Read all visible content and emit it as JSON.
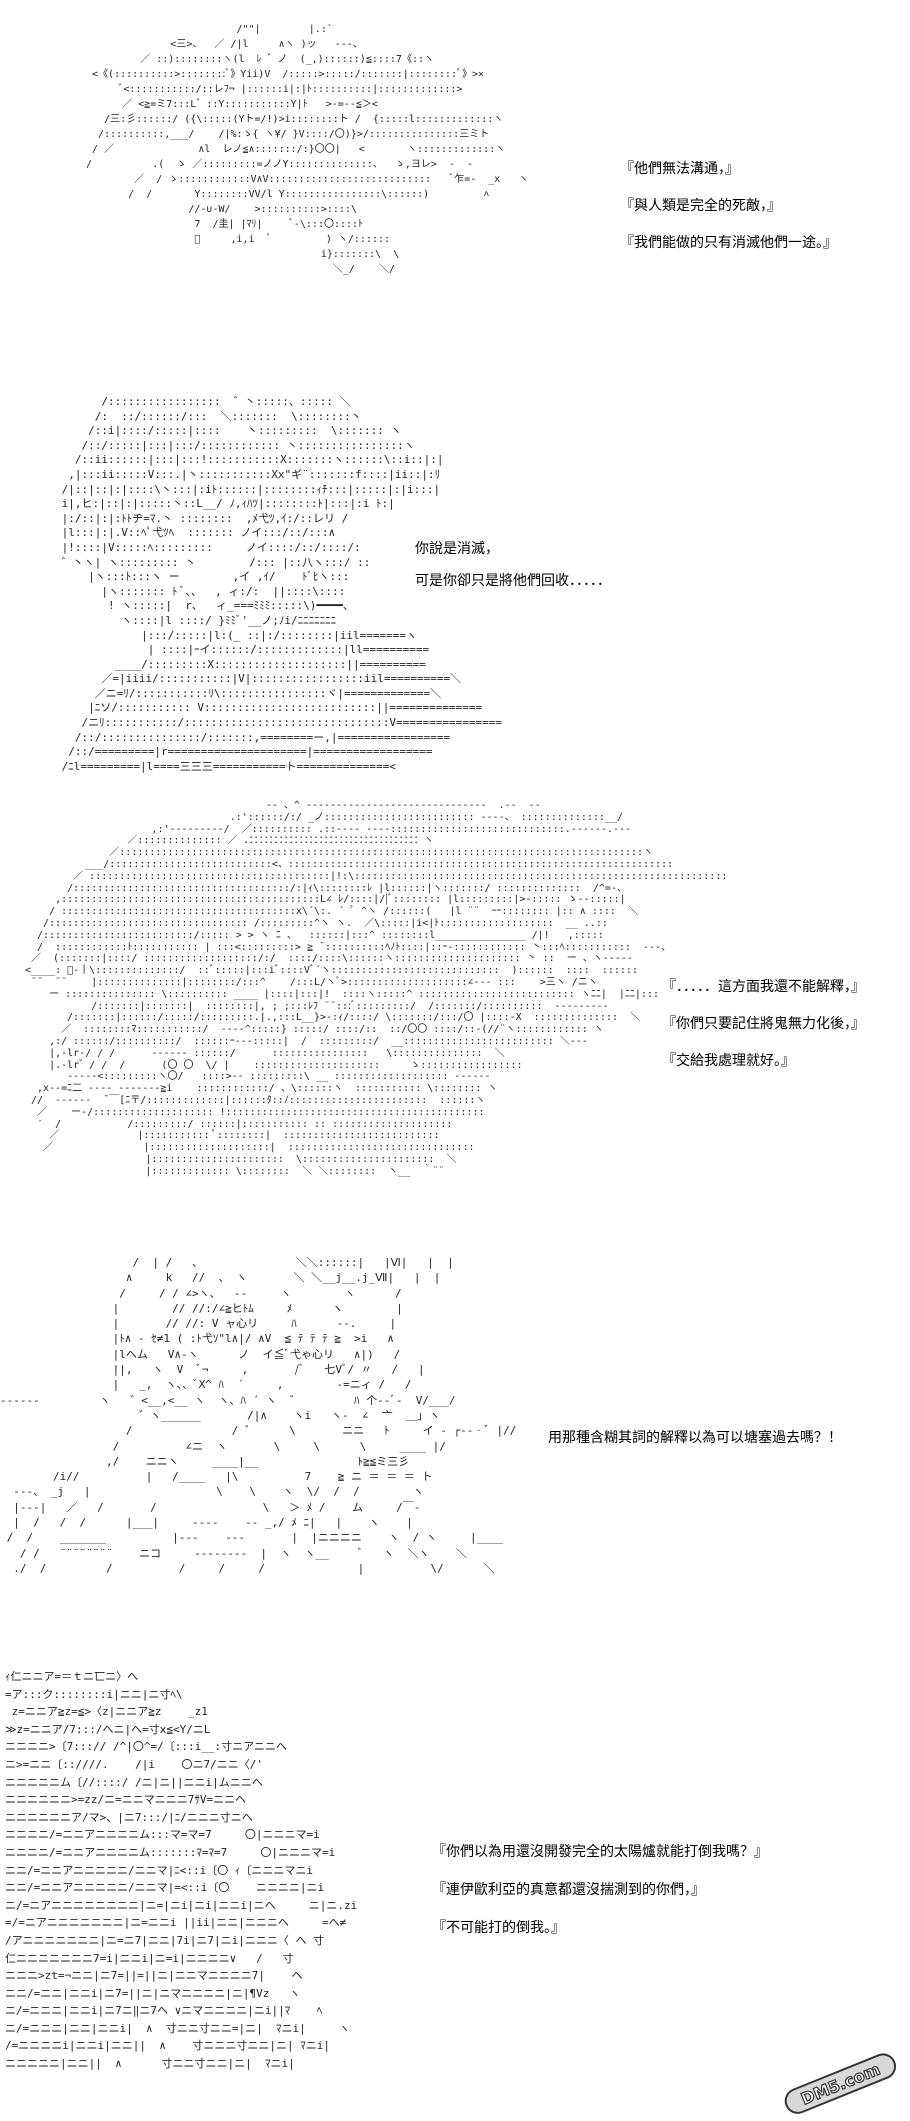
{
  "panels": [
    {
      "art": [
        "                          /\"\"|        |.:`   ",
        "               <三>、  ／ /|l     ∧ヽ )ッ   ‐‐-、",
        "          ／ ::)::::::::ヽ(l  ﾚ ゛ノ  (_,)::::::)≦::::7《::ヽ",
        "  <《(::::::::::>::::::::ﾞ》Yii)V  /:::::>:::::/:::::::|::::::::ﾟ》>×",
        "       ﾞ<:::::::::::/::レﾌ¬ |::::::i|:|ﾄ::::::::::|:::::::::::::>",
        "       ／ <≧=ミ7:::L゛::Y:::::::::::Y|ﾄ   >‐=‐‐≦＞<",
        "    /三:彡::::::/ ({\\:::::(Yト=/!)>i::::::::ト /  {:::::l:::::::::::::ヽ",
        "   /::::::::::,___/    /|%:ゝ{ ヽ¥/ }V::::/〇)}>/:::::::::::::::三ミト",
        "  / ／              ∧l  レノ≦∧:::::::/:}〇〇|   <       ヽ:::::::::::::ヽ",
        " /          .(  ゝ ／:::::::::=ノノY::::::::::::::、  ゝ,ヨレ>  ‐  ‐",
        "         ／  / ゝ::::::::::::V∧V:::::::::::::::::::::::::::   ﾞ乍=‐  _x   ヽ",
        "        /  /       Y::::::::VV/l Y::::::::::::::::\\::::::)         ˄",
        "                  //‐∪‐W/    >::::::::::>::::\\",
        "                   7  /圭| |ﾏﾘ|     ﾞ‐\\:::〇::::ﾄ",
        "                   ﾞ     ,i,i  ﾞ         ) ヽ/::::::",
        "                                        i}:::::::\\  \\",
        "                                          ＼_/    ＼/"
      ],
      "lines": [
        "『他們無法溝通，』",
        "『與人類是完全的死敵，』",
        "『我們能做的只有消滅他們一途。』"
      ]
    },
    {
      "art": [
        "       /:::::::::::::::::  ゛丶:::::、::::: ＼",
        "      /:  ::/::::::/:::  ＼:::::::  \\::::::::丶",
        "     /::i|::::/:::::|::::    丶:::::::::  \\::::::: ヽ",
        "    /::/:::::|:::|:::/:::::::::::: 丶::::::::::::::::ヽ",
        "   /::ii::::::|:::|:::!:::::::::::X:::::::ヽ::::::\\::i::|:|",
        "  ,|:::ii:::::V:::.|丶:::::::::::Xx\"ギ¨:::::::f::::|ii::|:ﾘ",
        " /|::|::|:|::::\\丶:::|:iﾄ::::::|::::::::ｨﾁ:::|:::::|:|i:::|",
        " i|,ヒ:|::|:|:::::丶::L__/ ﾉ,ｨﾊﾂ|::::::::ﾄ|:::|:i ﾄ:|",
        " |:/::|:|:ﾄﾄヂ=ﾏ.丶 ::::::::  ,ﾒ弋ﾂ,ｲ:/::レリ /",
        " |l:::|:|.V::ﾍﾟ弋ﾂﾍ  ::::::: ノイ:::/::/:::∧",
        " |!::::|V:::::ﾍ:::::::::     ノイ::::/::/::::/:",
        " ゛丶ヽ| ヽ::::::::: 丶        /::: |::八ヽ:::/ ::",
        "     |ヽ:::ﾄ:::ヽ ー        ,イ ,ｲ/    ﾄﾞﾋヽ:::",
        "       |ヽ::::::: ﾄ ﾞ、、  , ィ:/:  ||::::\\::::",
        "        ! ヽ:::::|  r、  ィ_===ﾐﾐﾐ:::::\\)━━━━、",
        "          ヽ::::|l ::::/ }ﾐﾐﾞ'__ノ;ﾉi/ﾆﾆﾆﾆﾆﾆﾆ",
        "             |:::/:::::|l:(_ ::|:/::::::::|iil=======ヽ",
        "              | ::::|ｰイ::::::/:::::::::::::|ll==========",
        "         ____/:::::::::X::::::::::::::::::::||==========",
        "       ／=|iiii/:::::::::::|V|:::::::::::::::::iil==========＼",
        "      ／ニ=ﾘ/:::::::::::ﾘ\\::::::::::::::::ヾ|=============＼",
        "     |ﾆソ/::::::::::: V::::::::::::::::::::::::::||==============",
        "    /ニﾘ:::::::::::/:::::::::::::::::::::::::::::::V================",
        "   /::/:::::::::::::::/:::::::,========ー,|=================",
        "  /::/=========|r=====================|==================",
        " /ﾆl=========|l====三三三===========ト==============<"
      ],
      "lines": [
        "你說是消滅，",
        "可是你卻只是將他們回收．．．．．"
      ]
    },
    {
      "art": [
        "                                        -‐ 、^ ‐‐‐‐‐‐‐‐‐‐‐‐‐‐‐‐‐‐‐‐‐‐‐‐‐‐‐‐-‐  .‐‐  ‐‐",
        "                                  .:'::::::/:/ _ノ::::::::::::::::::::::::: ‐‐‐‐、 ::::::::::::::__/",
        "                     ,:'‐‐‐‐‐‐‐‐‐/  ／:::::::::: .::‐‐‐‐ ‐‐‐‐:::::::::::::::::::::::::::::.‐‐‐‐‐‐.‐‐‐",
        "                 ／:::::::::::::: ／ ．：：：：：：：：：：：：：：：：：：：：：：：：：：：：：：：：：：ヽ",
        "              ／:::::::::::::::::::::::::::::::::::::::::::::::::::::::::::::::::::::::::::::::::::::::ヽ",
        "          ___/:::::::::::::::::::::::::::<、::::::::::::::::::::::::::::::::::::::::::::::::::::::::::::::::",
        "        ／ ::::::::::::::::::::::::::::::::::::::::|!:\\::::::::::::::::::::::::::::::::::::::::::::::::::::::::::::::",
        "       /::::::::::::::::::::::::::::::::::::/:|ｨ\\::::::::ﾚ |l::::::|ヽ:::::::/ ::::::::::::::  /^=-、",
        "     ,:::::::::::::::::::::::::::::::::::::::::::L∠ ﾚ/::::|/|ﾞ:::::::: |l:::::::::|>-::::: ゝ‐‐:::::|",
        "    / :::::::::::::::::::::::::::::::::::::::x\\´\\:. ´ ﾟ ^ヽ /::::::(   |l ¨¨  ｰｰ:::::::: |:: ∧ ::::  ＼",
        "   /::::::::::::::::::::::::::::::::: /:::::::::^ヽ ヽ.  ／\\:::::|i<|ﾄ:::::::::::::::::::  __ ..::",
        "  /:::::::::::::::::::::::::/::::: > > ヽ ﾆ 、  ::::::|:::^ ::::::::l_______________ /|!   ,:::::",
        "  /  ::::::::::::ﾄ::::::::::: | :::<:::::::::> ≧ ̄ ::::::::::ﾍﾉﾄ::::|::ｰ-:::::::::::: 丶:::ﾍ:::::::::::  ‐‐‐、",
        " ／  (:::::::|::::/ :::::::::::::::::::/:/  ::::/::::\\::::::ヽ::::::::::::::::::::: 丶 ::  ー 、ヽ‐‐‐‐‐",
        "<____: ﾞ-丨\\::::::::::::::/  ::ﾞ:::::|:::iﾞ::::Vﾞ´ヽ::::::::::::::::::::::::::::  )::::::  ::::  ::::::",
        " ¨¨  ¨¨    |::::::::::::::|::::::::/:::^    /:::L/ヽﾞ>::::::::::::::::::::∠‐‐‐ :::    >三ヽ /ニヽ",
        "    ー ::::::::::::::: \\:::::::::: ____ |::::|:::|!  ::::ヽ:::::^ :::::::::::::::::::::::::: ヽﾆﾆ|  |ﾆﾆ|:::",
        "           /:::::::|:::::::|  ::::::::|, ; ;:::ﾚﾌ ¨¨:::ﾞ:::::::::/  /:::::::/::::::::::  ‐‐‐‐‐‐‐‐‐",
        "       /:::::::|::::::/:::::/:::::::::.|.,:::L__}>-:ｨ/::::/ \\:::::::/:::/〇 |::::-X  ::::::::::::::  ＼",
        "      ／  ::::::::ﾏ:::::::::::/  ‐‐‐‐^:::::} :::::/ ::::/::  ::/〇〇 ::::/::-(//¨ヽ:::::::::::: ヽ",
        "    ,:/ ::::::/::::::::::/  ::::::ｰ‐‐-:::::|  /  :::::::::/  __::::::::::::::::::::::::: ＼‐‐‐",
        "    |,-lr‐/ / /      ‐‐‐‐‐‐ ::::::/      ::::::::::::::::   \\:::::::::::::::  ＼",
        "    |.-lr゛/ /  /      (〇 〇  \\/ |    :::::::::::::::::::::     ゝ:::::::::::::::::",
        "       ‐‐‐‐-<:::::::::ヽ〇/   ::::>‐‐ :::::::::\\ __ ::::::::::::::::::: ‐‐‐‐‐‐",
        "  ,x‐‐=ﾆ二 ‐‐‐‐ ‐‐‐-‐‐‐≧i    ::::::::::::/ 、\\::::::ヽ  ::::::::::: \\:::::::: ヽ",
        " //  ‐‐‐‐‐‐  ̄ ￣[ﾆ〒/:::::::::::::|::::::ﾀ::ﾉ:::::::::::::::::::::::  ::::::ヽ",
        "  ／    ー‐/:::::::::::::::::::: !:::::::::::::::::::::::::::::::::::::::::::",
        "  ′  /           /:::::::::/ ::::::|::::::::::: :: ::::::::::::::::::::",
        "    ／             |::::::::::: ﾟ::::::::|  ::::::::::::::::::::::::::",
        "   ／               |::::::::::::::::::::|  :::::::::::::::::::::::::::::::",
        "                    |::::::::::::::::::::::  \\::::::::::::::::::::::  ＼",
        "                    |::::::::::::: \\::::::::  ＼ ＼::::::::  ヽ__  ｀¨¨"
      ],
      "lines": [
        "『．．．．．這方面我還不能解釋，』",
        "『你們只要記住將鬼無力化後，』",
        "『交給我處理就好。』"
      ]
    },
    {
      "art": [
        "                    /  | /   、              ＼＼::::::|   |Ⅵ|   |  |",
        "                   ∧     k   //  、 ヽ       ＼ ＼__j__.j_Ⅶ|   |  |",
        "                  /     / / ∠>ヽ、  ‐‐     ヽ        ヽ      /",
        "                 |        // //:/∠≧ヒﾄﾑ     ﾒ      ヽ        |",
        "                 |       // //: V ャ心リ     ﾊ      ‐‐.     |",
        "                 |ﾄ∧ ‐ ｾ≠1 ( :ﾄ弋ｿ\"l∧|/ ∧V  ≦ ﾃ ﾃ ﾃ ≧  >i   ∧",
        "                 |lヘム   V∧-ヽ      ノ  イ≦ﾞ弋ゃ心リ   ∧|)   /",
        "                 ||,   ヽ  V  ﾞ¬     ,       /ﾞ   七Vﾞ/ 〃   /   |",
        "                 |   _,  ヽ、、ﾞX^ ﾊ  ´     ,        ‐=ニィ /   /",
        "‐‐‐‐‐‐         ヽ   ゛<__,<__ ヽ  ヽ、ﾊ ´ ヽ  ゛        ﾊ 个‐‐ﾞ‐  V/___/",
        "                     ゛ヽ______       /|∧    ヽi   ヽ‐  ∠  亠  ＿｣ ヽ",
        "                   /               / ゛     \\       ニニ   ﾄ     イ ‐ ┌‐‐‐ﾞ |//",
        "                 /          ∠ニ  ヽ       \\     \\      \\     ____ |/",
        "                ,/    ニニヽ     ____|__               ﾄ≧≦ミ三彡",
        "        /i//          |   /____   |\\          7    ≧ ニ ＝ ＝ ＝ ト",
        "  ‐‐-、 _j   |                   \\    \\    ヽ  \\/  /  /        ヽ",
        "  |‐‐‐|   ／   /       /                \\   ＞ ﾒ /    ム     /￣‐",
        "  |  /   /  /      |___|     ‐‐‐‐    ‐‐ _,/ ﾒ ﾆ|   |    ヽ    |",
        " /  /    _______          |‐‐‐    ‐‐‐       |  |ニニニニ    ヽ  / ヽ     |____",
        "   / /   ¨¨¨¨¨¨¨¨    ニコ     ‐‐‐‐‐‐‐‐  |  ヽ  ヽ__     ﾞ   ヽ  ＼ヽ    ＼",
        "  ./  /         /          /     /     /              |          \\/      ＼"
      ],
      "lines": [
        "用那種含糊其詞的解釋以為可以塘塞過去嗎？！"
      ]
    },
    {
      "art": [
        "ｨ仁ニニア=＝ｔニ匸ニ〉へ",
        "=ア:::ク::::::::i|ニニ|ニ寸ﾍ\\",
        " z=ニニア≧z=≦>〈z|ニニア≧z    _z1",
        "≫z=ニニア/7:::/へニ|へ=寸x≦<Y/ニL",
        "ニニニニ>〔7:::// /^|〇^=/〔:::i__:寸ニアニニヘ",
        "ニ>=ニニ〔::////.    /|i    〇ニ7/ニニ〈/'",
        "ニニニニニム〔//::::/ /ニ|ニ||ニニi|ムニニヘ",
        "ニニニニニニ>=zz/ニ=ニニマニニニ7ｻV=ニニヘ",
        "ニニニニニニア/マ>、|ニ7:::/|ﾆ/ニニニ寸ニヘ",
        "ニニニニ/=ニニアニニニニム:::マ=マ=7     〇|ニニニマ=i",
        "ニニニニ/=ニニアニニニニム:::::::ﾏ=ﾏ=7     〇|ニニニマ=i",
        "ニニ/=ニニアニニニニニ/ニニマ|ﾆ<::i〔〇 ｨ〔ニニニマニi",
        "ニニ/=ニニアニニニニニ/ニニマ|=<::i〔〇    ニニニニ|ニi",
        "ニ/=ニアニニニニニニニニ|ニ=|ニi|ニi|ニニi|ニヘ     ニ|ニ.zi",
        "=/=ニアニニニニニニニ|ニ=ニニi ||ii|ニニ|ニニニヘ     =ヘ≠",
        "/アニニニニニニニ|ニ=ニ7|ニニ|7i|ニ7|ニi|ニニニ〈 ヘ 寸",
        "仁ニニニニニニニ7=i|ニニi|ニ=i|ニニニニ∨   /   寸",
        "ニニニ>zt=¬ニニ|ニ7=||=||ニ|ニニマニニニニ7|    ヘ",
        "ニニ/=ニニ|ニニi|ニ7=||ニ|ニマニニニニ|ニ|¶Vz   ヽ",
        "ニ/=ニニニ|ニニi|ニ7ニ‖ニ7ヘ ∨ニマニニニニ|ニi||ﾏ    ﾍ",
        "ニ/=ニニニ|ニニ|ニニi|  ∧  寸ニニ寸ニニ=|ニ|  ﾏニi|     ヽ",
        "/=ニニニニi|ニニi|ニニ||  ∧    寸ニニニ寸ニニ|ニ| ﾏニi|",
        "ニニニニニ|ニニ||  ∧      寸ニニ寸ニニ|ニ|  ﾏニi|"
      ],
      "lines": [
        "『你們以為用還沒開發完全的太陽爐就能打倒我嗎？』",
        "『連伊歐利亞的真意都還沒揣測到的你們，』",
        "『不可能打的倒我。』"
      ]
    }
  ],
  "watermark": {
    "text": "DM5.com",
    "colors": {
      "outer": "#333333",
      "fill": "#ffffff",
      "accent": "#d8d8d8"
    }
  }
}
